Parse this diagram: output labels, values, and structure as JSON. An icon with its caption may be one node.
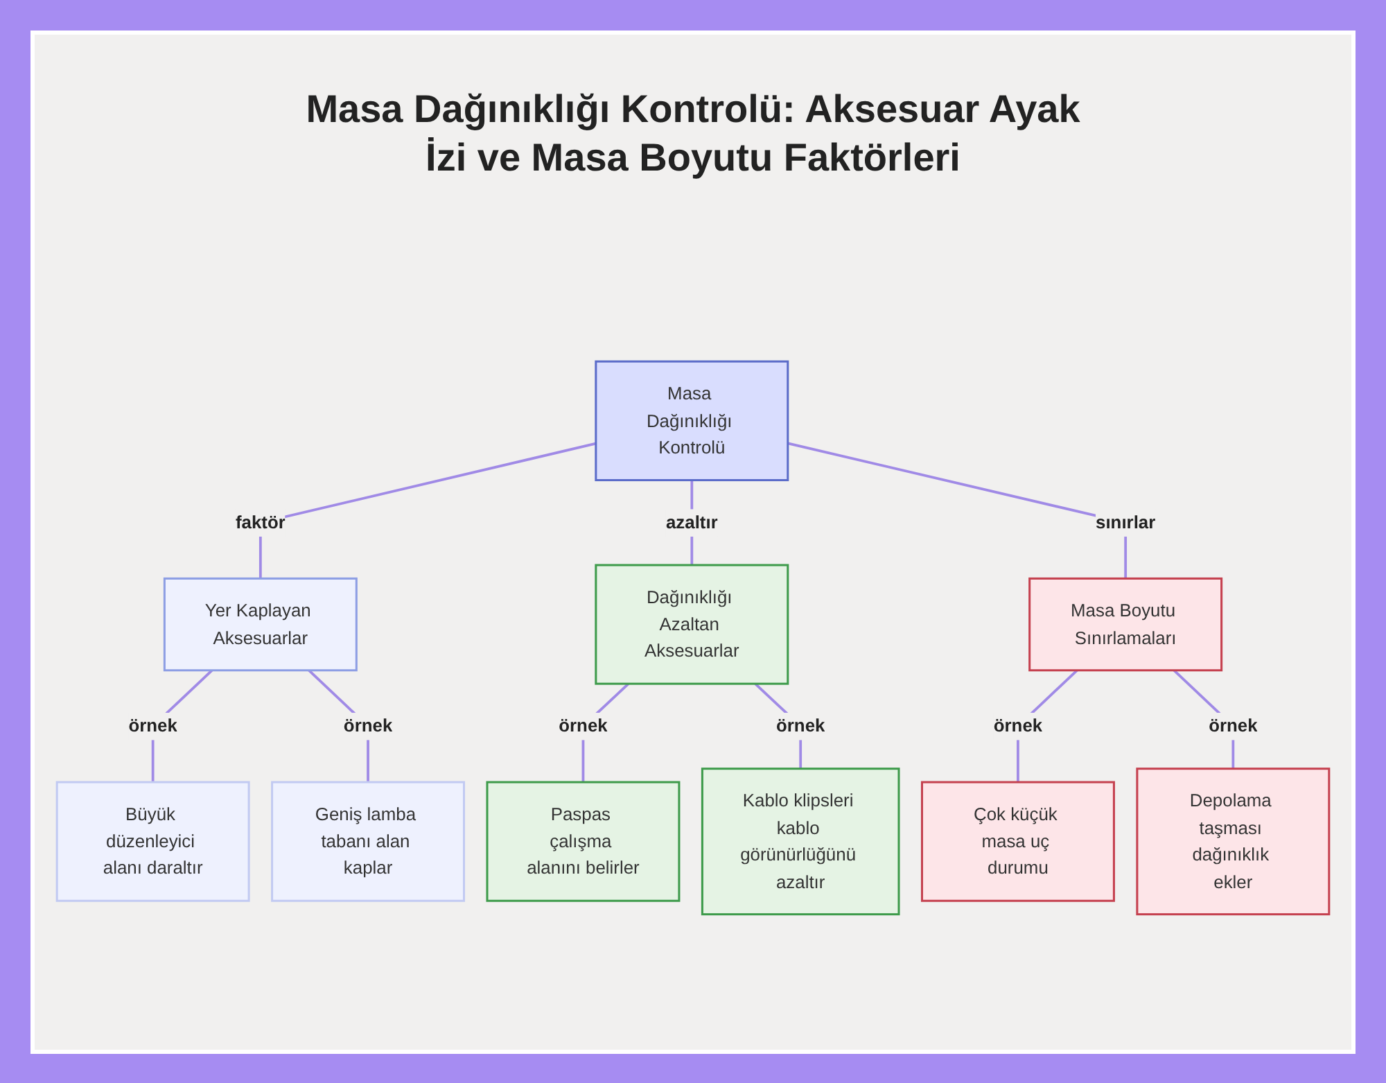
{
  "diagram": {
    "title": "Masa Dağınıklığı Kontrolü: Aksesuar Ayak İzi ve Masa Boyutu Faktörleri",
    "nodes": [
      {
        "text": [
          "Masa Dağınıklığı Kontrolü"
        ]
      },
      {
        "text": [
          "Yer Kaplayan Aksesuarlar"
        ]
      },
      {
        "text": [
          "Dağınıklığı Azaltan Aksesuarlar"
        ]
      },
      {
        "text": [
          "Masa Boyutu Sınırlamaları"
        ]
      },
      {
        "text": [
          "Büyük düzenleyici alanı daraltır"
        ]
      },
      {
        "text": [
          "Geniş lamba tabanı alan kaplar"
        ]
      },
      {
        "text": [
          "Paspas çalışma alanını belirler"
        ]
      },
      {
        "text": [
          "Kablo klipsleri kablo görünürlüğünü azaltır"
        ]
      },
      {
        "text": [
          "Çok küçük masa uç durumu"
        ]
      },
      {
        "text": [
          "Depolama taşması dağınıklık ekler"
        ]
      }
    ],
    "edges": [
      {
        "from": 0,
        "to": 1,
        "arrow": "none",
        "label": "faktör"
      },
      {
        "from": 0,
        "to": 2,
        "arrow": "none",
        "label": "azaltır"
      },
      {
        "from": 0,
        "to": 3,
        "arrow": "none",
        "label": "sınırlar"
      },
      {
        "from": 1,
        "to": 4,
        "arrow": "none",
        "label": "örnek"
      },
      {
        "from": 1,
        "to": 5,
        "arrow": "none",
        "label": "örnek"
      },
      {
        "from": 2,
        "to": 6,
        "arrow": "none",
        "label": "örnek"
      },
      {
        "from": 2,
        "to": 7,
        "arrow": "none",
        "label": "örnek"
      },
      {
        "from": 3,
        "to": 8,
        "arrow": "none",
        "label": "örnek"
      },
      {
        "from": 3,
        "to": 9,
        "arrow": "none",
        "label": "örnek"
      }
    ]
  }
}
